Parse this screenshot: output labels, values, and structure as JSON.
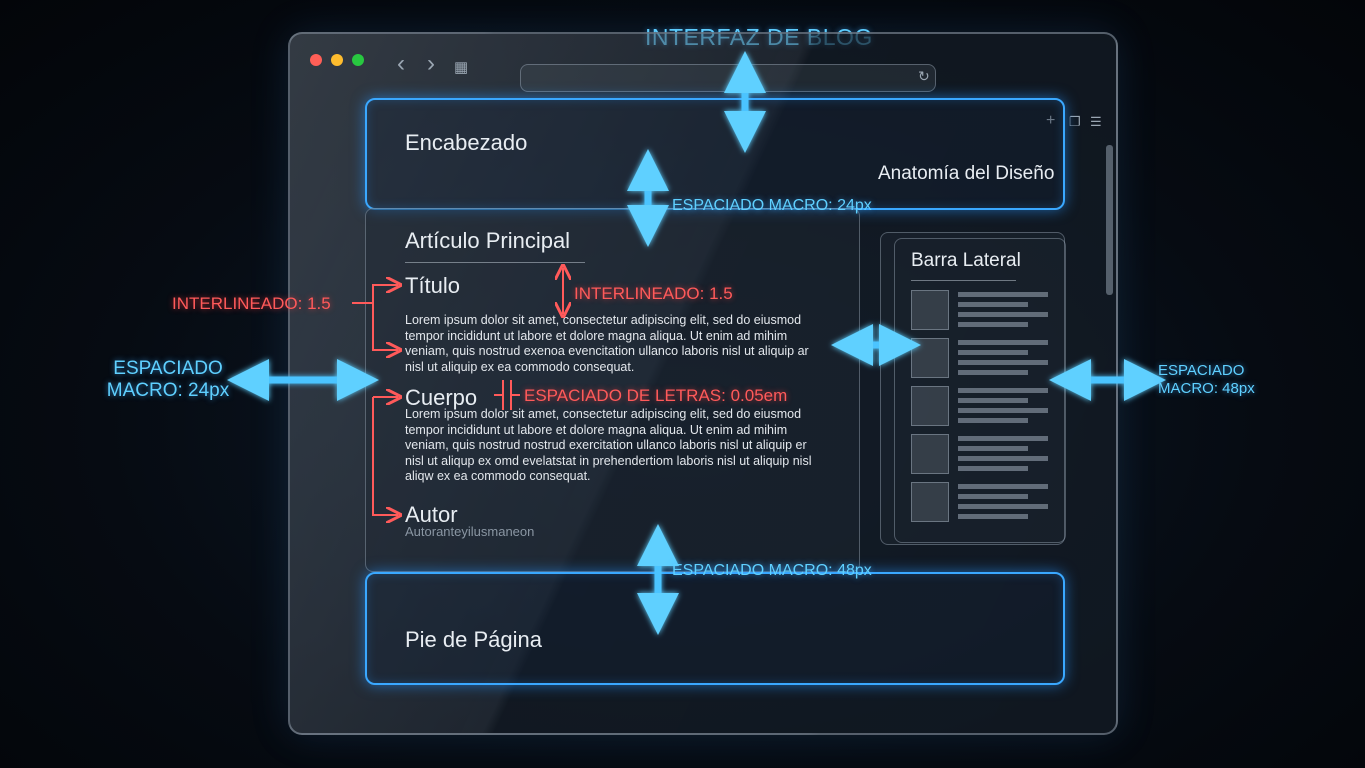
{
  "title": "INTERFAZ DE BLOG",
  "browser": {
    "traffic_lights": [
      "#ff5f57",
      "#febc2e",
      "#28c840"
    ],
    "back": "‹",
    "forward": "›",
    "grid_icon": "grid-icon",
    "reload_icon": "reload-icon",
    "new_tab": "+",
    "tabs_icon": "copy-icon",
    "menu_icon": "☰"
  },
  "header": {
    "label": "Encabezado",
    "subtitle": "Anatomía del Diseño"
  },
  "article": {
    "label": "Artículo Principal",
    "title": "Título",
    "title_text": "Lorem ipsum dolor sit amet, consectetur adipiscing elit, sed do eiusmod tempor incididunt ut labore et dolore magna aliqua. Ut enim ad mihim veniam, quis nostrud exenoa evencitation ullanco laboris nisl ut aliquip ar nisl ut aliquip ex ea commodo consequat.",
    "body": "Cuerpo",
    "body_text": "Lorem ipsum dolor sit amet, consectetur adipiscing elit, sed do eiusmod tempor incididunt ut labore et dolore magna aliqua. Ut enim ad mihim veniam, quis nostrud nostrud exercitation ullanco laboris nisl ut aliquip er nisl ut aliqup ex omd evelatstat in prehendertiom laboris nisl ut aliquip nisl aliqw ex ea commodo consequat.",
    "author": "Autor",
    "author_name": "Autoranteyilusmaneon"
  },
  "sidebar": {
    "label": "Barra Lateral"
  },
  "footer": {
    "label": "Pie de Página"
  },
  "annotations": {
    "line_height_left": "INTERLINEADO: 1.5",
    "line_height_right": "INTERLINEADO: 1.5",
    "letter_spacing": "ESPACIADO DE LETRAS: 0.05em",
    "macro_top": "ESPACIADO MACRO: 24px",
    "macro_bottom": "ESPACIADO MACRO: 48px",
    "macro_left": "ESPACIADO MACRO: 24px",
    "macro_right": "ESPACIADO MACRO: 48px"
  },
  "colors": {
    "accent_blue": "#3aa8ff",
    "annotation_red": "#ff5a5a",
    "annotation_cyan": "#5fd0ff"
  }
}
